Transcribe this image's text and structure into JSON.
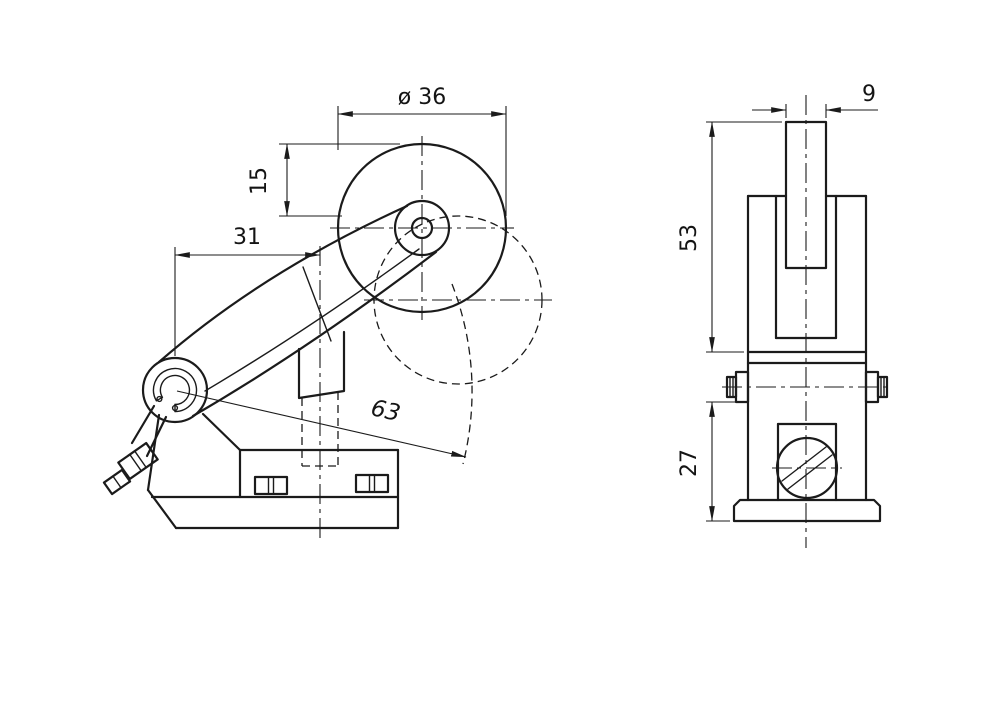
{
  "drawing": {
    "background_color": "#ffffff",
    "line_color": "#1b1b1b"
  },
  "dimensions": {
    "roller_diameter": "ø 36",
    "roller_vertical_offset": "15",
    "pivot_to_plunger_axis": "31",
    "lever_swing_radius": "63",
    "rod_width": "9",
    "upper_body_height": "53",
    "lower_body_height": "27"
  }
}
